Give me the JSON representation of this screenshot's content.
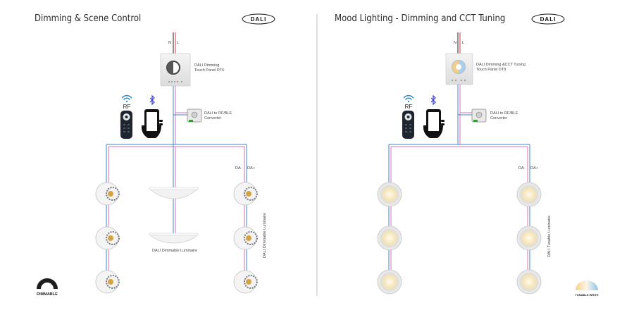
{
  "left": {
    "title": "Dimming & Scene Control",
    "logo": "DALI",
    "mains": {
      "n": "N",
      "l": "L"
    },
    "panel_label_1": "DALI Dimming",
    "panel_label_2": "Touch Panel DT6",
    "rf_label": "RF",
    "converter_label_1": "DALI to RF/BLE",
    "converter_label_2": "Converter",
    "da_minus": "DA-",
    "da_plus": "DA+",
    "center_label": "DALI Dimmable Luminaire",
    "side_label": "DALI Dimmable Luminaire",
    "badge": "DIMMABLE"
  },
  "right": {
    "title": "Mood Lighting - Dimming and CCT Tuning",
    "logo": "DALI",
    "mains": {
      "n": "N",
      "l": "L"
    },
    "panel_label_1": "DALI Dimming &CCT Tuning",
    "panel_label_2": "Touch Panel DT8",
    "rf_label": "RF",
    "converter_label_1": "DALI to RF/BLE",
    "converter_label_2": "Converter",
    "da_minus": "DA-",
    "da_plus": "DA+",
    "side_label": "DALI Tunable Luminaire",
    "badge": "TUNABLE WHITE"
  },
  "colors": {
    "wire_blue": "#3a86c8",
    "wire_pink": "#d96fb5",
    "wire_red": "#d43a3a",
    "divider": "#bdbdbd",
    "warm_glow": "#f6e3b0",
    "cool_glow": "#cfe6f6"
  },
  "icons": [
    "wifi-icon",
    "bluetooth-icon",
    "remote-icon",
    "phone-icon",
    "converter-icon",
    "touch-panel-icon",
    "downlight-icon",
    "ceiling-light-icon",
    "panel-light-icon"
  ]
}
